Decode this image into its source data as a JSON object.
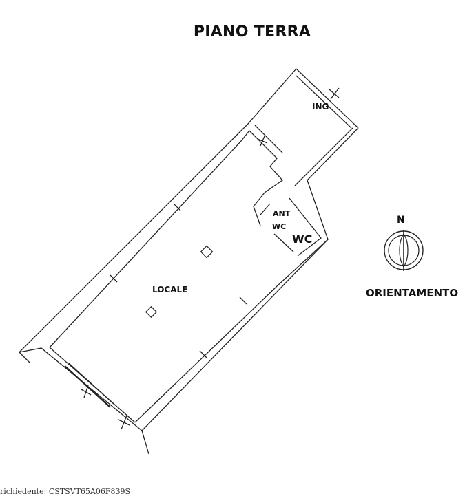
{
  "title": "PIANO TERRA",
  "rooms": {
    "ingresso": "ING",
    "antiwc_line1": "ANT",
    "antiwc_line2": "WC",
    "wc": "WC",
    "locale": "LOCALE"
  },
  "compass": {
    "north": "N",
    "label": "ORIENTAMENTO"
  },
  "footer": "richiedente: CSTSVT65A06F839S"
}
